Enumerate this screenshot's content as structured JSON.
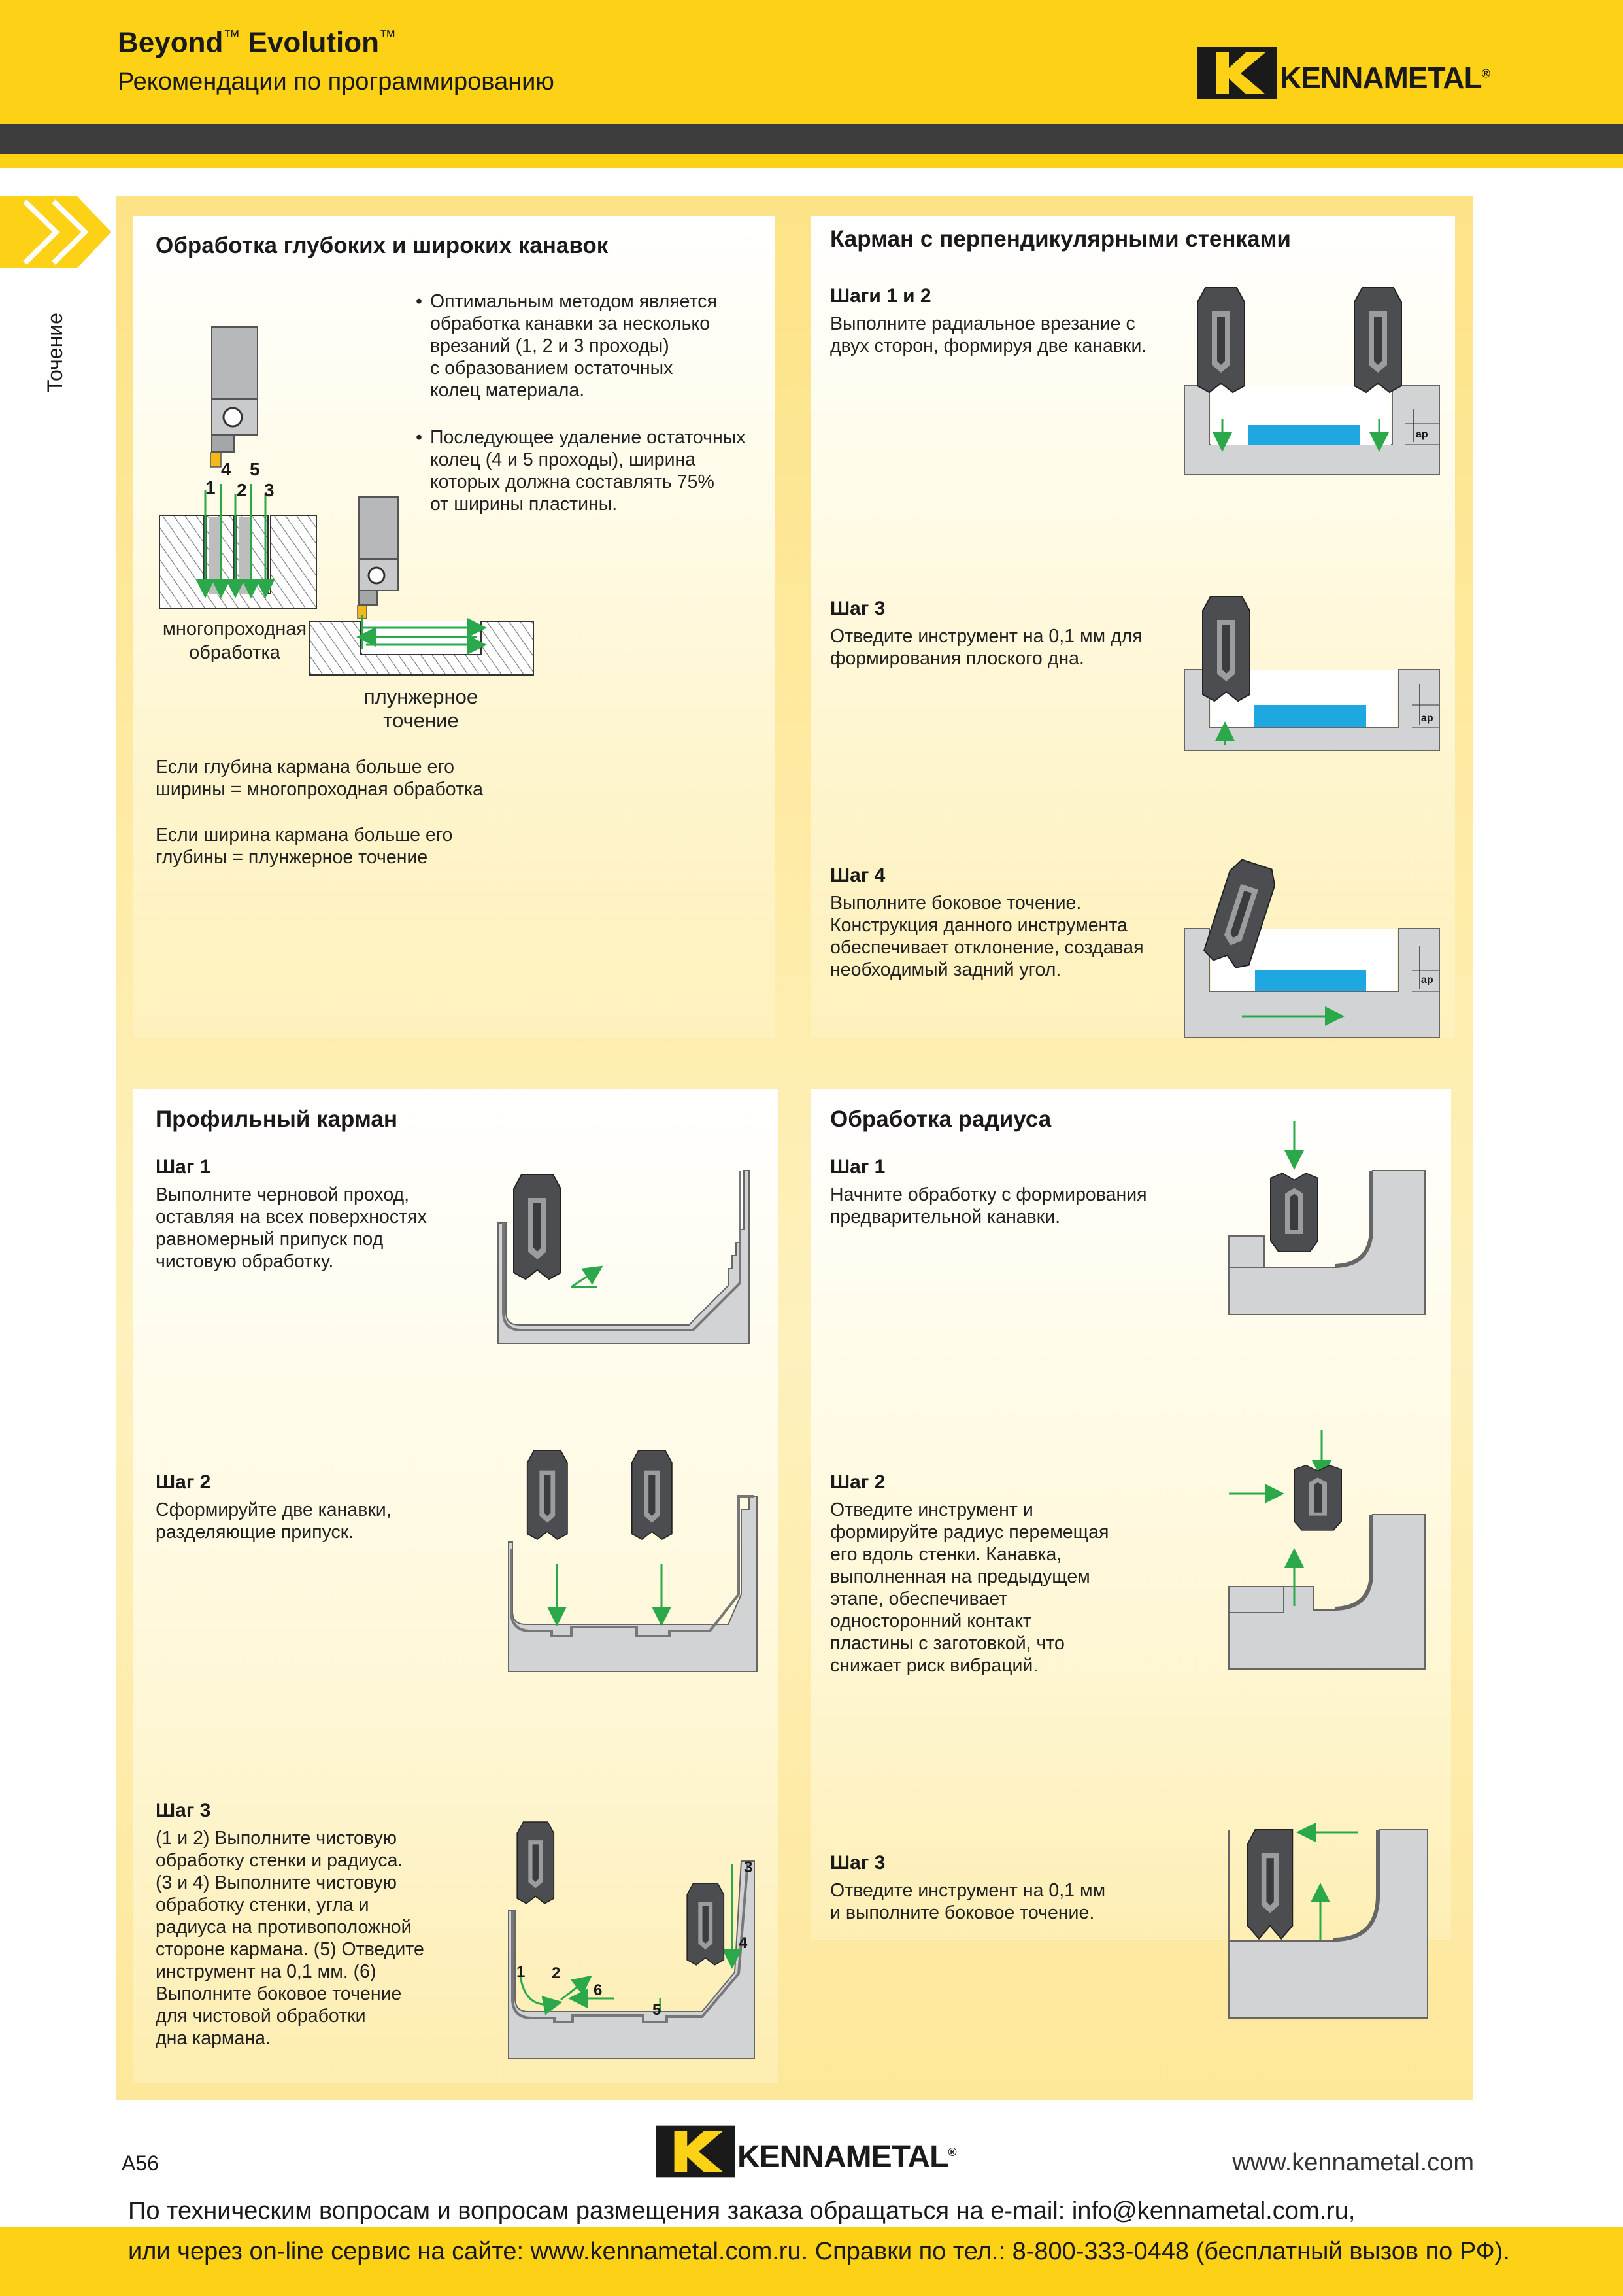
{
  "header": {
    "title_a": "Beyond",
    "title_b": "Evolution",
    "tm": "™",
    "subtitle": "Рекомендации по программированию",
    "logo_text": "KENNAMETAL",
    "logo_reg": "®"
  },
  "side": {
    "label": "Точение"
  },
  "panel_deep": {
    "title": "Обработка глубоких и широких канавок",
    "bullet1": "Оптимальным методом является\nобработка канавки за несколько\nврезаний (1, 2 и 3 проходы)\nс образованием остаточных\nколец материала.",
    "bullet2": "Последующее удаление остаточных\nколец (4 и 5 проходы), ширина\nкоторых должна составлять 75%\nот ширины пластины.",
    "pass_numbers": [
      "1",
      "2",
      "3",
      "4",
      "5"
    ],
    "label_multipass": "многопроходная\nобработка",
    "label_plunge": "плунжерное\nточение",
    "rule1": "Если глубина кармана больше его\nширины = многопроходная обработка",
    "rule2": "Если ширина кармана больше его\nглубины = плунжерное точение"
  },
  "panel_perp": {
    "title": "Карман с перпендикулярными стенками",
    "s1_title": "Шаги 1 и 2",
    "s1_text": "Выполните радиальное врезание с\nдвух сторон, формируя две канавки.",
    "s2_title": "Шаг 3",
    "s2_text": "Отведите инструмент на 0,1 мм для\nформирования плоского дна.",
    "s3_title": "Шаг 4",
    "s3_text": "Выполните боковое точение.\nКонструкция данного инструмента\nобеспечивает отклонение, создавая\nнеобходимый задний угол.",
    "ap_label": "ap"
  },
  "panel_profile": {
    "title": "Профильный карман",
    "s1_title": "Шаг 1",
    "s1_text": "Выполните черновой проход,\nоставляя на всех поверхностях\nравномерный припуск под\nчистовую обработку.",
    "s2_title": "Шаг 2",
    "s2_text": "Сформируйте две канавки,\nразделяющие припуск.",
    "s3_title": "Шаг 3",
    "s3_text": "(1 и 2) Выполните чистовую\nобработку стенки и радиуса.\n(3 и 4) Выполните чистовую\nобработку стенки, угла и\nрадиуса на противоположной\nстороне кармана. (5) Отведите\nинструмент на 0,1 мм. (6)\nВыполните боковое точение\nдля чистовой обработки\nдна кармана.",
    "fig3_numbers": [
      "1",
      "2",
      "3",
      "4",
      "5",
      "6"
    ]
  },
  "panel_radius": {
    "title": "Обработка радиуса",
    "s1_title": "Шаг 1",
    "s1_text": "Начните обработку с формирования\nпредварительной канавки.",
    "s2_title": "Шаг 2",
    "s2_text": "Отведите инструмент и\nформируйте радиус перемещая\nего вдоль стенки. Канавка,\nвыполненная на предыдущем\nэтапе, обеспечивает\nодносторонний контакт\nпластины с заготовкой, что\nснижает риск вибраций.",
    "s3_title": "Шаг 3",
    "s3_text": "Отведите инструмент на 0,1 мм\nи выполните боковое точение."
  },
  "footer": {
    "page": "A56",
    "url": "www.kennametal.com",
    "contact_line1": "По техническим вопросам и вопросам размещения заказа обращаться на e-mail: info@kennametal.com.ru,",
    "contact_line2": "или через on-line сервис на сайте: www.kennametal.com.ru. Справки по тел.: 8-800-333-0448 (бесплатный вызов по РФ)."
  },
  "colors": {
    "brand_yellow": "#fcd116",
    "dark_band": "#3d3d3d",
    "path_green": "#2aa84a",
    "chip_blue": "#1ea7e1",
    "part_grey": "#d2d3d5"
  }
}
